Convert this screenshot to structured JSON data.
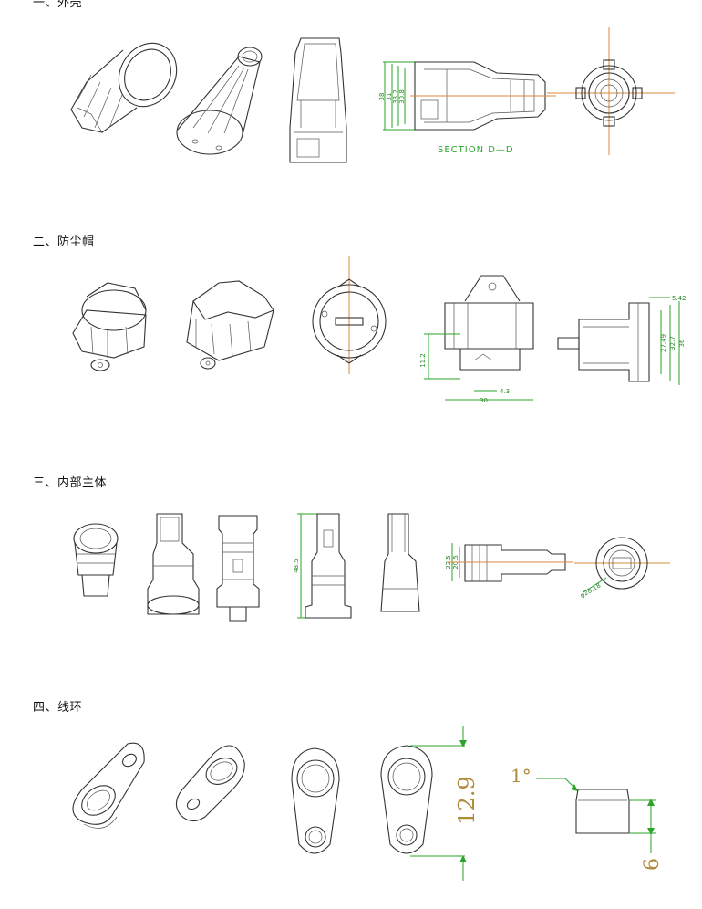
{
  "sections": [
    {
      "title": "一、外壳"
    },
    {
      "title": "二、防尘帽"
    },
    {
      "title": "三、内部主体"
    },
    {
      "title": "四、线环"
    }
  ],
  "section1": {
    "section_label": "SECTION D—D",
    "dims": [
      "38",
      "31",
      "33.2",
      "30.8"
    ]
  },
  "section2": {
    "dims_left": [
      "11.2",
      "4.3",
      "30"
    ],
    "dims_right": [
      "5.42",
      "27.49",
      "32.7",
      "36"
    ]
  },
  "section3": {
    "dims": [
      "48.5",
      "22.5",
      "20.5",
      "φ28.18"
    ]
  },
  "section4": {
    "dim_height": "12.9",
    "dim_angle": "1°",
    "dim_small": "6"
  },
  "colors": {
    "line": "#333333",
    "dimension_green": "#2aa52a",
    "centerline_orange": "#d98a3d",
    "label_gold": "#b08a3a"
  }
}
